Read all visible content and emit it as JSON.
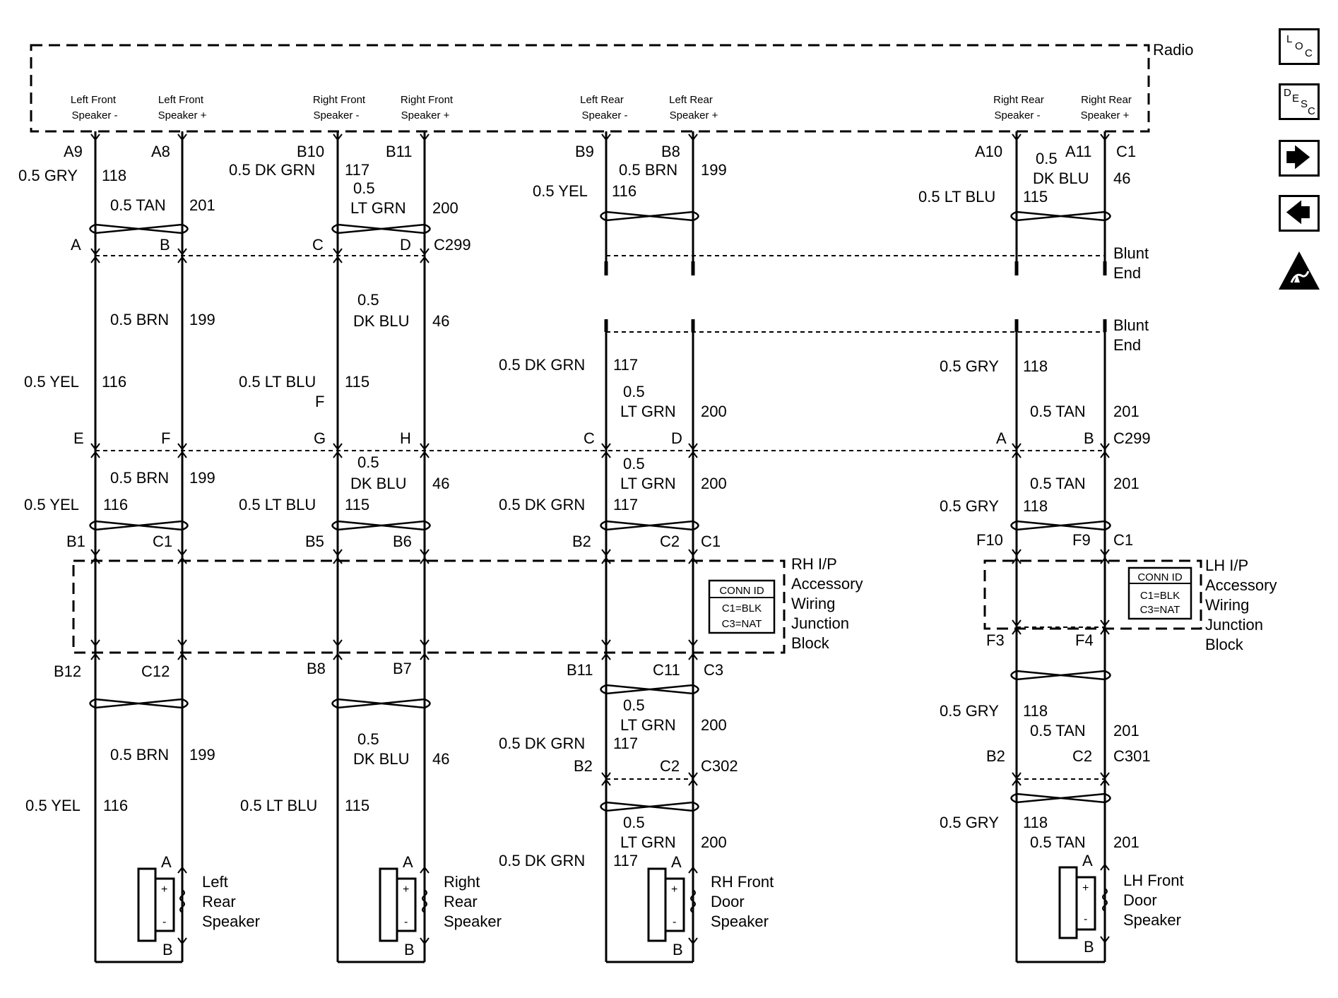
{
  "diagram": {
    "module": "Radio",
    "radio_pins": [
      [
        "Left Front",
        "Speaker -"
      ],
      [
        "Left Front",
        "Speaker +"
      ],
      [
        "Right Front",
        "Speaker -"
      ],
      [
        "Right Front",
        "Speaker +"
      ],
      [
        "Left Rear",
        "Speaker -"
      ],
      [
        "Left Rear",
        "Speaker +"
      ],
      [
        "Right Rear",
        "Speaker -"
      ],
      [
        "Right Rear",
        "Speaker +"
      ]
    ],
    "terminals_top": [
      "A9",
      "A8",
      "B10",
      "B11",
      "B9",
      "B8",
      "A10",
      "A11",
      "C1"
    ],
    "wires_top": [
      "0.5 GRY",
      "118",
      "0.5 TAN",
      "201",
      "0.5 DK GRN",
      "117",
      "0.5",
      "LT GRN",
      "200",
      "0.5 YEL",
      "116",
      "0.5 BRN",
      "199",
      "0.5 LT BLU",
      "115",
      "0.5",
      "DK BLU",
      "46"
    ],
    "c299_top_pins": [
      "A",
      "B",
      "C",
      "D",
      "C299"
    ],
    "blunt_end": [
      "Blunt",
      "End"
    ],
    "mid_wires": [
      "0.5 BRN",
      "199",
      "0.5",
      "DK BLU",
      "46",
      "0.5 YEL",
      "116",
      "0.5 LT BLU",
      "115",
      "F",
      "0.5 DK GRN",
      "117",
      "0.5",
      "LT GRN",
      "200",
      "0.5 GRY",
      "118",
      "0.5 TAN",
      "201"
    ],
    "c299_mid_pins": [
      "E",
      "F",
      "G",
      "H",
      "C",
      "D",
      "A",
      "B",
      "C299"
    ],
    "lower_wires": [
      "0.5 BRN",
      "199",
      "0.5",
      "DK BLU",
      "46",
      "0.5 YEL",
      "116",
      "0.5 LT BLU",
      "115",
      "0.5",
      "LT GRN",
      "200",
      "0.5 DK GRN",
      "117",
      "0.5 TAN",
      "201",
      "0.5 GRY",
      "118"
    ],
    "junction_pins_top": [
      "B1",
      "C1",
      "B5",
      "B6",
      "B2",
      "C2",
      "C1",
      "F10",
      "F9",
      "C1"
    ],
    "rh_block": [
      "RH I/P",
      "Accessory",
      "Wiring",
      "Junction",
      "Block"
    ],
    "lh_block": [
      "LH I/P",
      "Accessory",
      "Wiring",
      "Junction",
      "Block"
    ],
    "conn_id": [
      "CONN ID",
      "C1=BLK",
      "C3=NAT"
    ],
    "junction_pins_bottom": [
      "B12",
      "C12",
      "B8",
      "B7",
      "B11",
      "C11",
      "C3",
      "F3",
      "F4"
    ],
    "bottom_wires": [
      "0.5 BRN",
      "199",
      "0.5 YEL",
      "116",
      "0.5",
      "DK BLU",
      "46",
      "0.5 LT BLU",
      "115",
      "0.5",
      "LT GRN",
      "200",
      "0.5 DK GRN",
      "117",
      "B2",
      "C2",
      "C302",
      "0.5 GRY",
      "118",
      "0.5 TAN",
      "201",
      "B2",
      "C2",
      "C301"
    ],
    "final_wires": [
      "0.5",
      "LT GRN",
      "200",
      "0.5 DK GRN",
      "117",
      "0.5 GRY",
      "118",
      "0.5 TAN",
      "201"
    ],
    "speakers": [
      [
        "Left",
        "Rear",
        "Speaker"
      ],
      [
        "Right",
        "Rear",
        "Speaker"
      ],
      [
        "RH Front",
        "Door",
        "Speaker"
      ],
      [
        "LH Front",
        "Door",
        "Speaker"
      ]
    ],
    "speaker_pins": [
      "A",
      "B",
      "+",
      "-"
    ]
  },
  "nav": {
    "loc": [
      "L",
      "O",
      "C"
    ],
    "desc": [
      "D",
      "E",
      "S",
      "C"
    ],
    "next_arrow": "🡆",
    "prev_arrow": "🡄"
  },
  "icons": {
    "loc": "loc-icon",
    "desc": "desc-icon",
    "next": "arrow-right-icon",
    "prev": "arrow-left-icon",
    "esd": "esd-warning-icon"
  }
}
